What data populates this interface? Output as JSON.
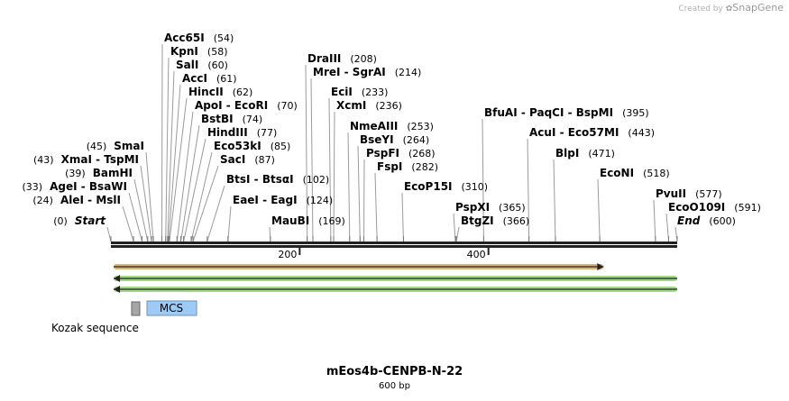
{
  "credit": {
    "prefix": "Created by",
    "brand": "SnapGene"
  },
  "sequence": {
    "name": "mEos4b-CENPB-N-22",
    "length_label": "600 bp",
    "length": 600
  },
  "ticks": [
    {
      "bp": 200,
      "label": "200"
    },
    {
      "bp": 400,
      "label": "400"
    }
  ],
  "enzymes": [
    {
      "label": "Acc65I",
      "pos": 54,
      "pos_label": "(54)",
      "side": "right"
    },
    {
      "label": "KpnI",
      "pos": 58,
      "pos_label": "(58)",
      "side": "right"
    },
    {
      "label": "SalI",
      "pos": 60,
      "pos_label": "(60)",
      "side": "right"
    },
    {
      "label": "AccI",
      "pos": 61,
      "pos_label": "(61)",
      "side": "right"
    },
    {
      "label": "HincII",
      "pos": 62,
      "pos_label": "(62)",
      "side": "right"
    },
    {
      "label": "ApoI - EcoRI",
      "pos": 70,
      "pos_label": "(70)",
      "side": "right"
    },
    {
      "label": "BstBI",
      "pos": 74,
      "pos_label": "(74)",
      "side": "right"
    },
    {
      "label": "HindIII",
      "pos": 77,
      "pos_label": "(77)",
      "side": "right"
    },
    {
      "label": "Eco53kI",
      "pos": 85,
      "pos_label": "(85)",
      "side": "right"
    },
    {
      "label": "SacI",
      "pos": 87,
      "pos_label": "(87)",
      "side": "right"
    },
    {
      "label": "BtsI - BtsαI",
      "pos": 102,
      "pos_label": "(102)",
      "side": "right"
    },
    {
      "label": "EaeI - EagI",
      "pos": 124,
      "pos_label": "(124)",
      "side": "right"
    },
    {
      "label": "MauBI",
      "pos": 169,
      "pos_label": "(169)",
      "side": "right"
    },
    {
      "label": "DraIII",
      "pos": 208,
      "pos_label": "(208)",
      "side": "right"
    },
    {
      "label": "MreI - SgrAI",
      "pos": 214,
      "pos_label": "(214)",
      "side": "right"
    },
    {
      "label": "EciI",
      "pos": 233,
      "pos_label": "(233)",
      "side": "right"
    },
    {
      "label": "XcmI",
      "pos": 236,
      "pos_label": "(236)",
      "side": "right"
    },
    {
      "label": "NmeAIII",
      "pos": 253,
      "pos_label": "(253)",
      "side": "right"
    },
    {
      "label": "BseYI",
      "pos": 264,
      "pos_label": "(264)",
      "side": "right"
    },
    {
      "label": "PspFI",
      "pos": 268,
      "pos_label": "(268)",
      "side": "right"
    },
    {
      "label": "FspI",
      "pos": 282,
      "pos_label": "(282)",
      "side": "right"
    },
    {
      "label": "EcoP15I",
      "pos": 310,
      "pos_label": "(310)",
      "side": "right"
    },
    {
      "label": "PspXI",
      "pos": 365,
      "pos_label": "(365)",
      "side": "right"
    },
    {
      "label": "BtgZI",
      "pos": 366,
      "pos_label": "(366)",
      "side": "right"
    },
    {
      "label": "BfuAI - PaqCI - BspMI",
      "pos": 395,
      "pos_label": "(395)",
      "side": "right"
    },
    {
      "label": "AcuI - Eco57MI",
      "pos": 443,
      "pos_label": "(443)",
      "side": "right"
    },
    {
      "label": "BlpI",
      "pos": 471,
      "pos_label": "(471)",
      "side": "right"
    },
    {
      "label": "EcoNI",
      "pos": 518,
      "pos_label": "(518)",
      "side": "right"
    },
    {
      "label": "PvuII",
      "pos": 577,
      "pos_label": "(577)",
      "side": "right"
    },
    {
      "label": "EcoO109I",
      "pos": 591,
      "pos_label": "(591)",
      "side": "right"
    },
    {
      "label": "End",
      "pos": 600,
      "pos_label": "(600)",
      "side": "right",
      "italic": true
    },
    {
      "label": "SmaI",
      "pos": 45,
      "pos_label": "(45)",
      "side": "left"
    },
    {
      "label": "XmaI - TspMI",
      "pos": 43,
      "pos_label": "(43)",
      "side": "left"
    },
    {
      "label": "BamHI",
      "pos": 39,
      "pos_label": "(39)",
      "side": "left"
    },
    {
      "label": "AgeI - BsaWI",
      "pos": 33,
      "pos_label": "(33)",
      "side": "left"
    },
    {
      "label": "AleI - MslI",
      "pos": 24,
      "pos_label": "(24)",
      "side": "left"
    },
    {
      "label": "Start",
      "pos": 0,
      "pos_label": "(0)",
      "side": "left",
      "italic": true
    }
  ],
  "features": [
    {
      "name": "orange-forward-arrow",
      "start": 1,
      "end": 522,
      "direction": "forward",
      "color": "#d9a25a"
    },
    {
      "name": "green-reverse-arrow-1",
      "start": 1,
      "end": 600,
      "direction": "reverse",
      "color": "#8fd46e"
    },
    {
      "name": "green-reverse-arrow-2",
      "start": 1,
      "end": 600,
      "direction": "reverse",
      "color": "#8fd46e"
    }
  ],
  "boxes": [
    {
      "name": "kozak-box",
      "label": "",
      "color": "#a6a6a6"
    },
    {
      "name": "mcs-box",
      "label": "MCS",
      "color": "#9ecbf5"
    }
  ],
  "kozak_label": "Kozak sequence"
}
